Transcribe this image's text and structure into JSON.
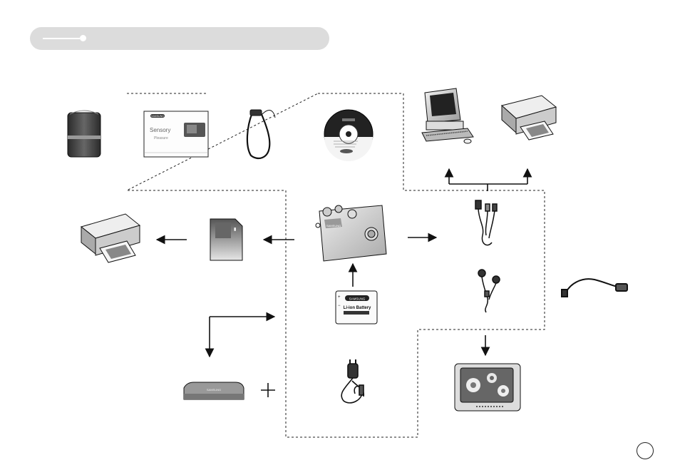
{
  "header": {
    "title": ""
  },
  "page": {
    "number": ""
  },
  "labels": {
    "manual_brand": "SAMSUNG",
    "manual_title": "Sensory",
    "manual_subtitle": "Pleasure",
    "battery_brand": "SAMSUNG",
    "battery_type": "Li-ion Battery",
    "camera_brand": "SAMSUNG",
    "cradle_brand": "SAMSUNG"
  },
  "colors": {
    "accent": "#dcdcdc",
    "stroke": "#222222"
  }
}
